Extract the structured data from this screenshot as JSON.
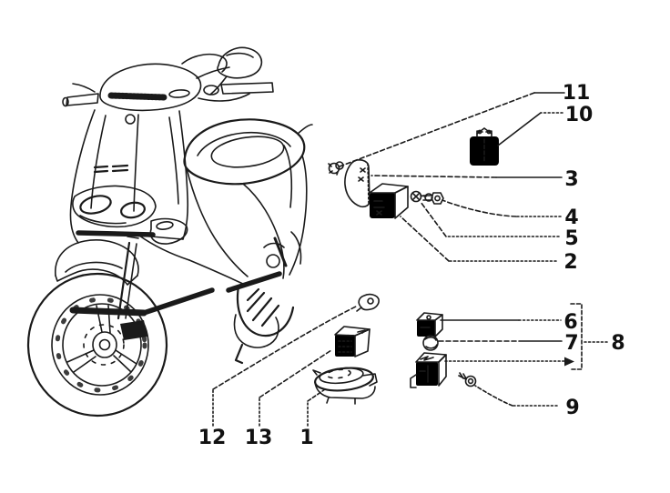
{
  "figure": {
    "kind": "exploded-parts-diagram",
    "subject": "scooter electrical devices",
    "background_color": "#ffffff",
    "ink_color": "#1a1a1a"
  },
  "callouts": {
    "n1": "1",
    "n2": "2",
    "n3": "3",
    "n4": "4",
    "n5": "5",
    "n6": "6",
    "n7": "7",
    "n8": "8",
    "n9": "9",
    "n10": "10",
    "n11": "11",
    "n12": "12",
    "n13": "13"
  }
}
